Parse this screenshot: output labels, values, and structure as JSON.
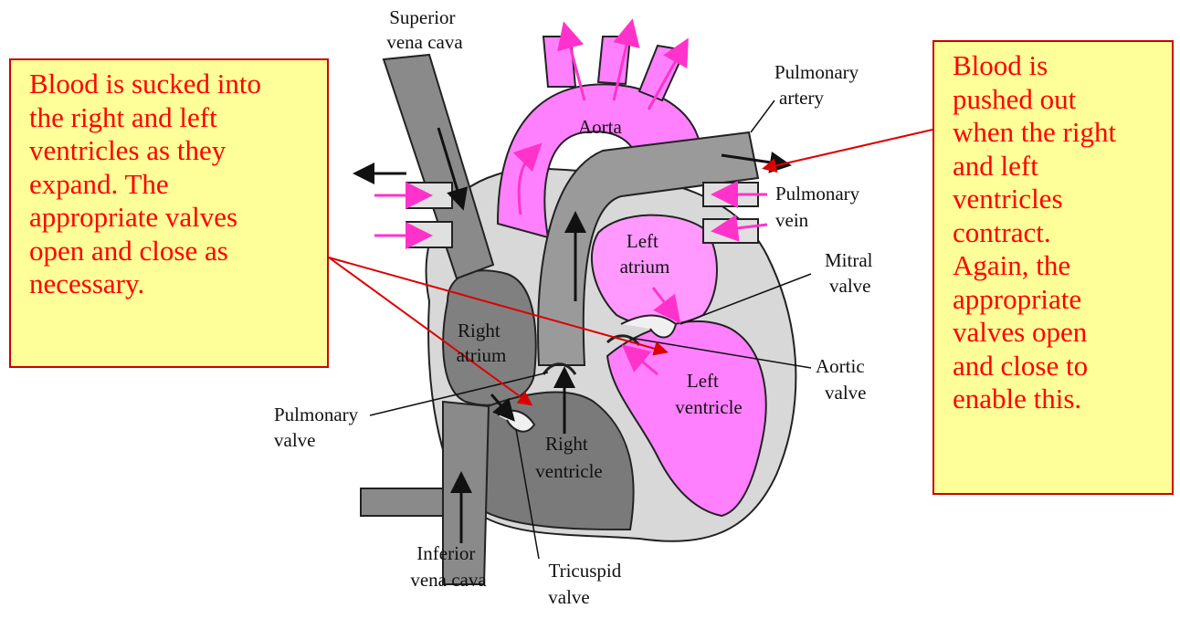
{
  "colors": {
    "callout_fill": "#ffff99",
    "callout_border": "#cc0000",
    "callout_text": "#ff0000",
    "blood_oxygenated": "#ee82ee",
    "blood_deoxygenated": "#909090",
    "pointer_line": "#dd0000"
  },
  "callouts": {
    "left": {
      "lines": [
        "Blood is sucked into",
        "the right and left",
        "ventricles as they",
        "expand. The",
        "appropriate valves",
        "open and close as",
        "necessary."
      ]
    },
    "right": {
      "lines": [
        "Blood is",
        "pushed out",
        "when the right",
        "and left",
        "ventricles",
        "contract.",
        "Again, the",
        "appropriate",
        "valves open",
        "and close to",
        "enable this."
      ]
    }
  },
  "labels": {
    "superior_vena_cava": [
      "Superior",
      "vena cava"
    ],
    "pulmonary_artery": [
      "Pulmonary",
      "artery"
    ],
    "aorta": "Aorta",
    "pulmonary_vein": [
      "Pulmonary",
      "vein"
    ],
    "left_atrium": [
      "Left",
      "atrium"
    ],
    "mitral_valve": [
      "Mitral",
      "valve"
    ],
    "right_atrium": [
      "Right",
      "atrium"
    ],
    "aortic_valve": [
      "Aortic",
      "valve"
    ],
    "left_ventricle": [
      "Left",
      "ventricle"
    ],
    "pulmonary_valve": [
      "Pulmonary",
      "valve"
    ],
    "right_ventricle": [
      "Right",
      "ventricle"
    ],
    "inferior_vena_cava": [
      "Inferior",
      "vena cava"
    ],
    "tricuspid_valve": [
      "Tricuspid",
      "valve"
    ]
  }
}
